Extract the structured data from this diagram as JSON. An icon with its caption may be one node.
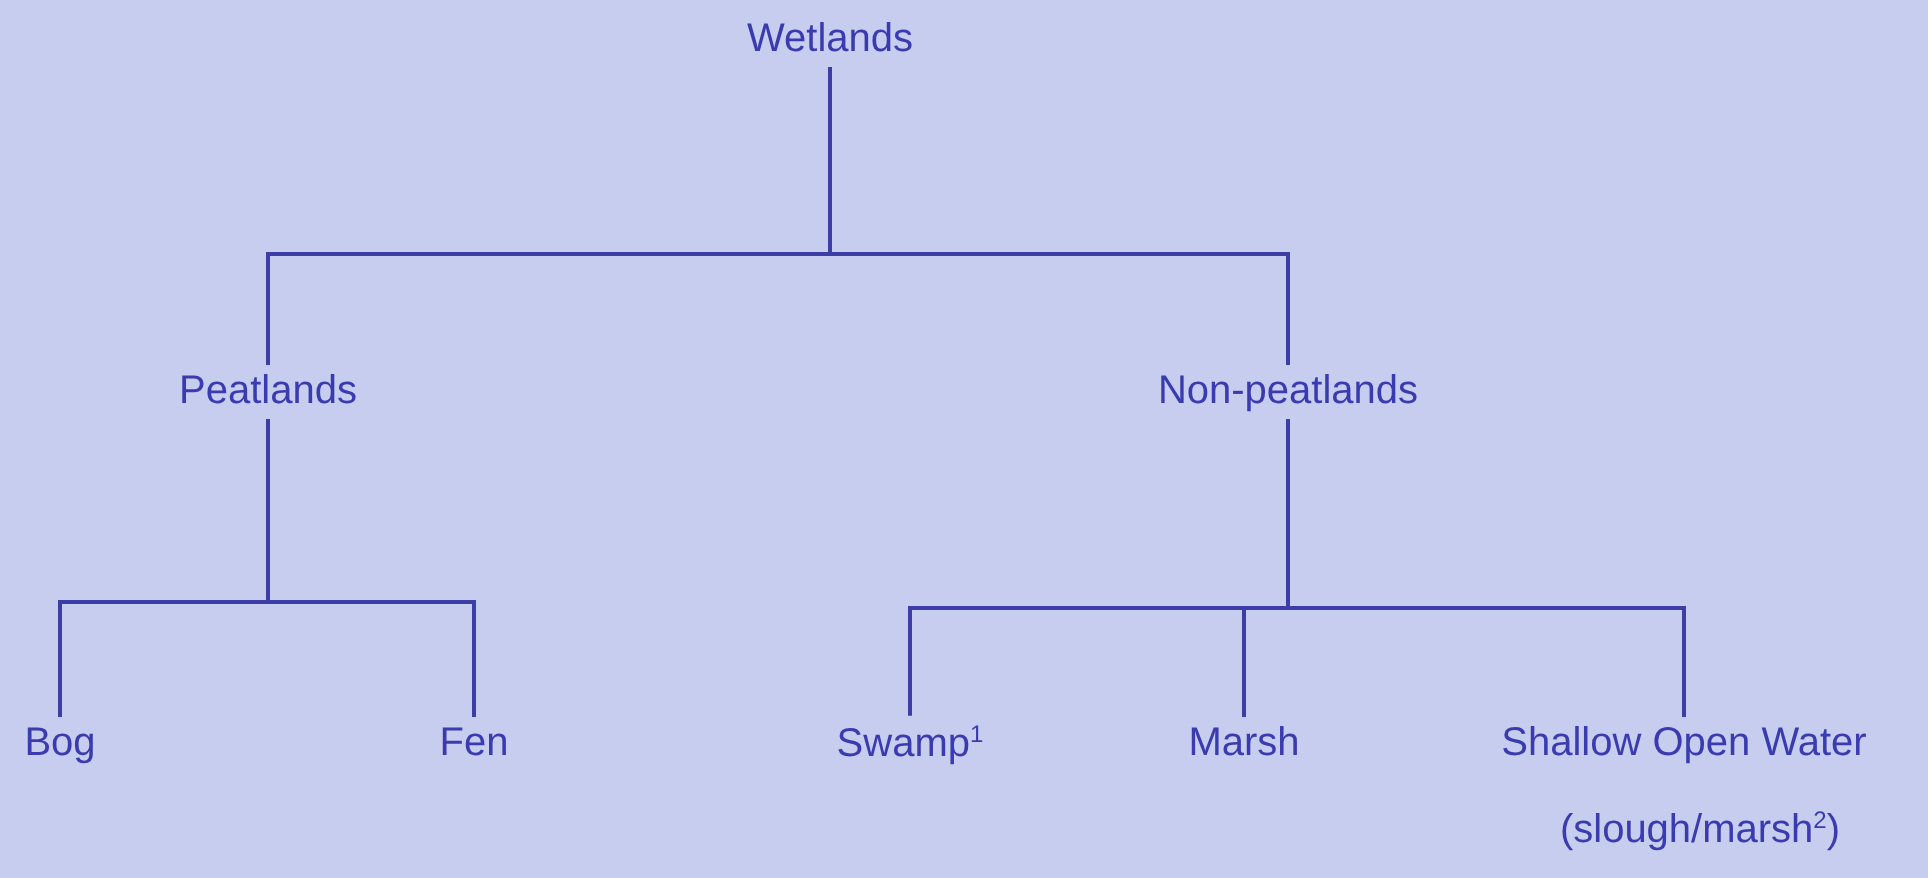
{
  "diagram": {
    "nodes": [
      {
        "text": [
          "Wetlands"
        ]
      },
      {
        "text": [
          "Peatlands"
        ]
      },
      {
        "text": [
          "Non-peatlands"
        ]
      },
      {
        "text": [
          "Bog"
        ]
      },
      {
        "text": [
          "Fen"
        ]
      },
      {
        "text": [
          "Swamp$^{1}$"
        ]
      },
      {
        "text": [
          "Marsh"
        ]
      },
      {
        "text": [
          "Shallow Open Water"
        ],
        "beside": [
          "(slough/marsh$^{2}$)"
        ]
      }
    ],
    "edges": [
      {
        "from": 0,
        "to": 1,
        "arrow": "none"
      },
      {
        "from": 0,
        "to": 2,
        "arrow": "none"
      },
      {
        "from": 1,
        "to": 3,
        "arrow": "none"
      },
      {
        "from": 1,
        "to": 4,
        "arrow": "none"
      },
      {
        "from": 2,
        "to": 5,
        "arrow": "none"
      },
      {
        "from": 2,
        "to": 6,
        "arrow": "none"
      },
      {
        "from": 2,
        "to": 7,
        "arrow": "none"
      }
    ]
  }
}
